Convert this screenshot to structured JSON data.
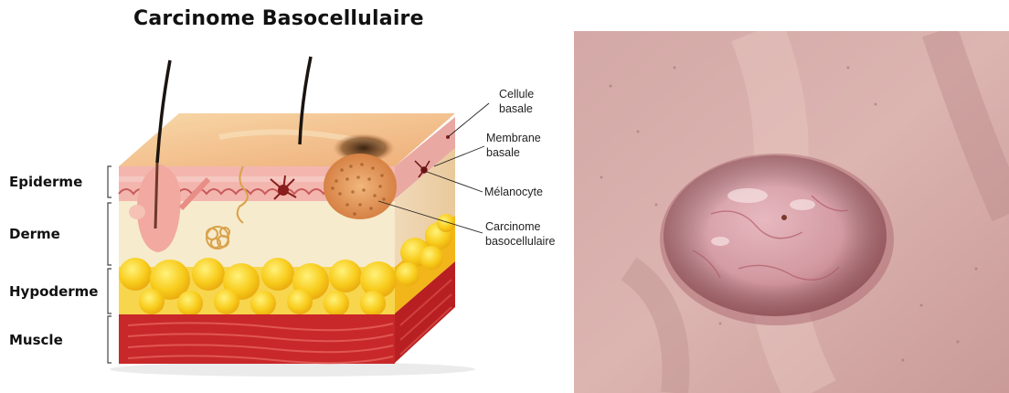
{
  "figure": {
    "title": "Carcinome Basocellulaire",
    "layers": [
      {
        "label": "Epiderme"
      },
      {
        "label": "Derme"
      },
      {
        "label": "Hypoderme"
      },
      {
        "label": "Muscle"
      }
    ],
    "callouts": [
      {
        "lines": [
          "Cellule",
          "basale"
        ]
      },
      {
        "lines": [
          "Membrane",
          "basale"
        ]
      },
      {
        "lines": [
          "Mélanocyte"
        ]
      },
      {
        "lines": [
          "Carcinome",
          "basocellulaire"
        ]
      }
    ],
    "colors": {
      "skin_surface": "#f4c79a",
      "epidermis": "#f3b7b0",
      "dermis": "#f7ecd0",
      "fat": "#f7c51e",
      "muscle": "#c8282a",
      "tumor": "#e0975a",
      "photo_skin": "#d7a7a4",
      "lesion": "#c9858c"
    }
  }
}
